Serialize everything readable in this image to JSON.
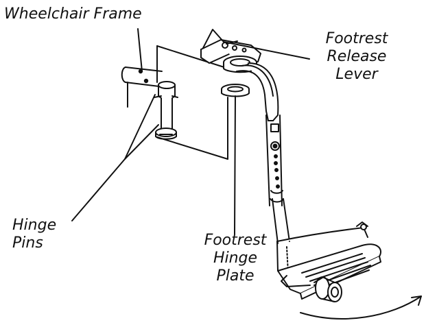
{
  "labels": {
    "wheelchair_frame": "Wheelchair Frame",
    "release_lever": [
      "Footrest",
      "Release",
      "Lever"
    ],
    "hinge_pins": [
      "Hinge",
      "Pins"
    ],
    "hinge_plate": [
      "Footrest",
      "Hinge",
      "Plate"
    ]
  },
  "colors": {
    "line": "#111111",
    "fill": "#ffffff",
    "shade": "#d9d9d9"
  }
}
